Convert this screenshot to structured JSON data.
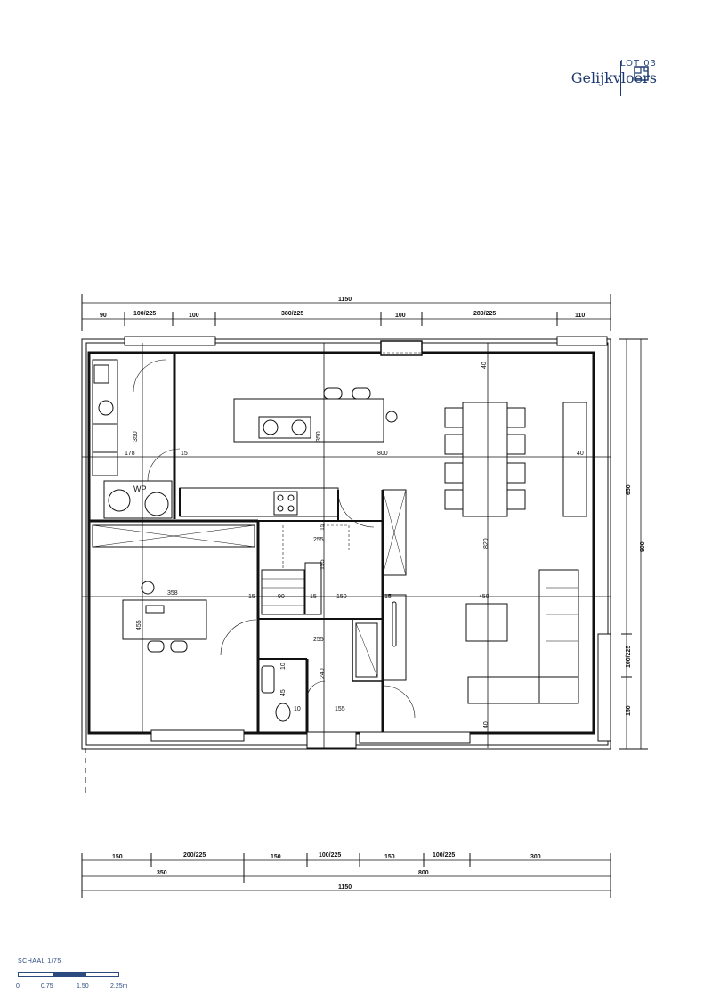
{
  "header": {
    "lot": "LOT 03",
    "level": "Gelijkvloers"
  },
  "icons": {
    "plan": "floor-plan-icon"
  },
  "dimensions": {
    "top_total": "1150",
    "top_segments": [
      "90",
      "100/225",
      "100",
      "380/225",
      "100",
      "280/225",
      "110"
    ],
    "bottom_segments": [
      "150",
      "200/225",
      "150",
      "100/225",
      "150",
      "100/225",
      "300"
    ],
    "bottom_middle": [
      "350",
      "800"
    ],
    "bottom_total": "1150",
    "right_total": "900",
    "right_top": "650",
    "right_window": "100/225",
    "right_bottom": "150"
  },
  "inner_dims": {
    "d40a": "40",
    "d350a": "350",
    "d350b": "350",
    "d178": "178",
    "d15a": "15",
    "d800": "800",
    "d40b": "40",
    "d820": "820",
    "d255a": "255",
    "d15b": "15",
    "d195": "195",
    "d358": "358",
    "d15c": "15",
    "d90": "90",
    "d15d": "15",
    "d150": "150",
    "d15e": "15",
    "d450": "450",
    "d455": "455",
    "d255b": "255",
    "d10a": "10",
    "d240": "240",
    "d45": "45",
    "d10b": "10",
    "d155": "155",
    "d40c": "40"
  },
  "labels": {
    "heat_pump": "WP"
  },
  "scale": {
    "title": "SCHAAL 1/75",
    "ticks": [
      "0",
      "0.75",
      "1.50",
      "2.25m"
    ],
    "color": "#2b4a80"
  }
}
